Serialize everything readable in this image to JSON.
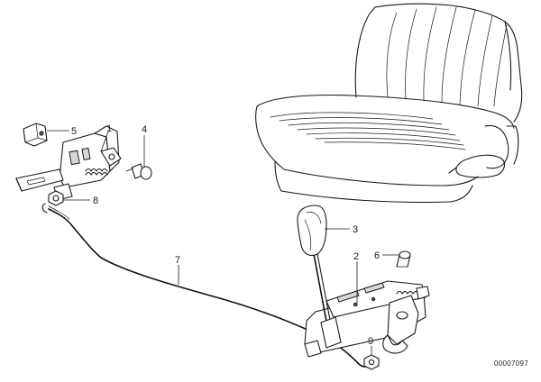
{
  "diagram": {
    "document_number": "00007097",
    "callouts": [
      {
        "id": "c1",
        "label": "1"
      },
      {
        "id": "c2",
        "label": "2"
      },
      {
        "id": "c3",
        "label": "3"
      },
      {
        "id": "c4",
        "label": "4"
      },
      {
        "id": "c5",
        "label": "5"
      },
      {
        "id": "c6",
        "label": "6"
      },
      {
        "id": "c7",
        "label": "7"
      },
      {
        "id": "c8",
        "label": "8"
      },
      {
        "id": "c9",
        "label": "9"
      }
    ]
  }
}
